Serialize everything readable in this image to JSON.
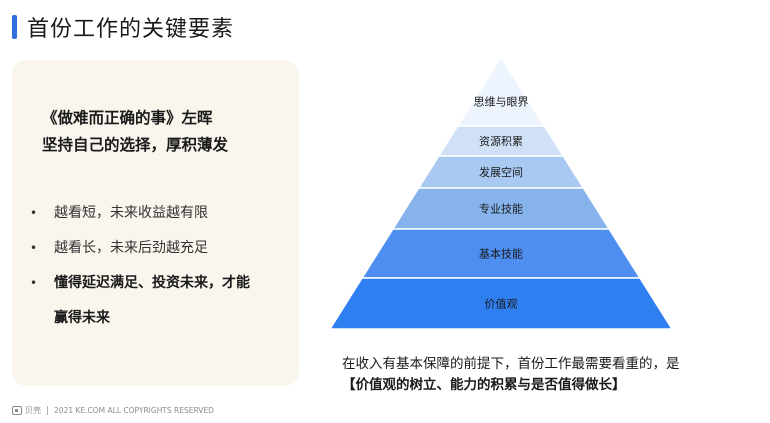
{
  "header": {
    "title": "首份工作的关键要素"
  },
  "left": {
    "book_line1": "《做难而正确的事》左晖",
    "book_line2": "坚持自己的选择，厚积薄发",
    "bullets": [
      {
        "marker": "•",
        "text": "越看短，未来收益越有限"
      },
      {
        "marker": "•",
        "text": "越看长，未来后劲越充足"
      },
      {
        "marker": "•",
        "text": "懂得延迟满足、投资未来，才能",
        "continuation": "赢得未来"
      }
    ]
  },
  "pyramid": {
    "levels": [
      {
        "label": "思维与眼界",
        "color": "#eef4fd"
      },
      {
        "label": "资源积累",
        "color": "#cfe0f7"
      },
      {
        "label": "发展空间",
        "color": "#a9c9f2"
      },
      {
        "label": "专业技能",
        "color": "#86b3ec"
      },
      {
        "label": "基本技能",
        "color": "#4d8ef0"
      },
      {
        "label": "价值观",
        "color": "#2f7ff0"
      }
    ]
  },
  "caption": {
    "line1": "在收入有基本保障的前提下，首份工作最需要看重的，是",
    "line2": "【价值观的树立、能力的积累与是否值得做长】"
  },
  "footer": {
    "brand": "贝壳",
    "copyright": "2021 KE.COM ALL COPYRIGHTS  RESERVED"
  }
}
